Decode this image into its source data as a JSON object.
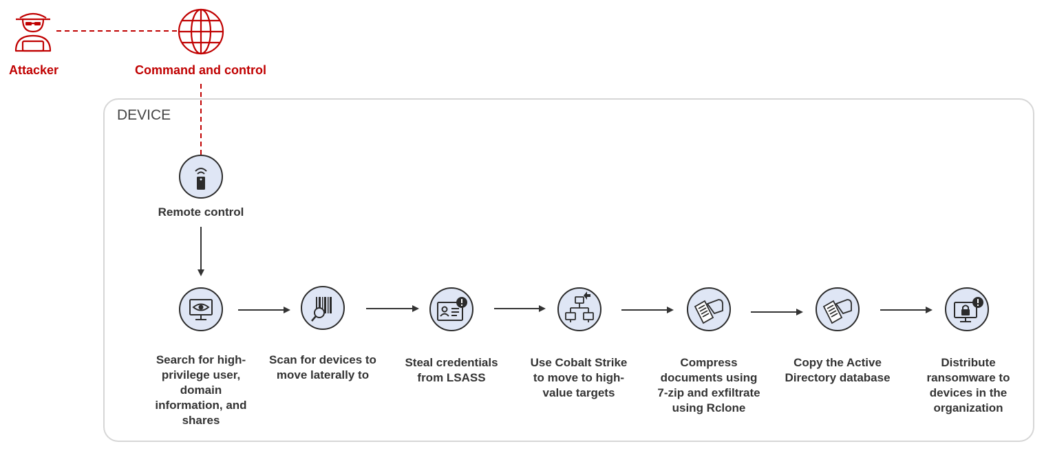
{
  "actors": {
    "attacker": "Attacker",
    "c2": "Command and control"
  },
  "device": {
    "title": "DEVICE",
    "remote": "Remote control"
  },
  "steps": [
    {
      "label": "Search for high-privilege user, domain information, and shares",
      "icon": "monitor-eye-icon"
    },
    {
      "label": "Scan for devices to move laterally to",
      "icon": "barcode-magnifier-icon"
    },
    {
      "label": "Steal credentials from LSASS",
      "icon": "id-card-alert-icon"
    },
    {
      "label": "Use Cobalt Strike to move to high-value targets",
      "icon": "network-nodes-icon"
    },
    {
      "label": "Compress documents using 7-zip and exfiltrate using Rclone",
      "icon": "document-hand-icon"
    },
    {
      "label": "Copy the Active Directory database",
      "icon": "document-hand-icon"
    },
    {
      "label": "Distribute ransomware to devices in the organization",
      "icon": "monitor-lock-alert-icon"
    }
  ],
  "colors": {
    "attack_red": "#c00000",
    "node_fill": "#dfe6f5",
    "stroke": "#2b2b2b",
    "box_border": "#d6d6d6"
  }
}
